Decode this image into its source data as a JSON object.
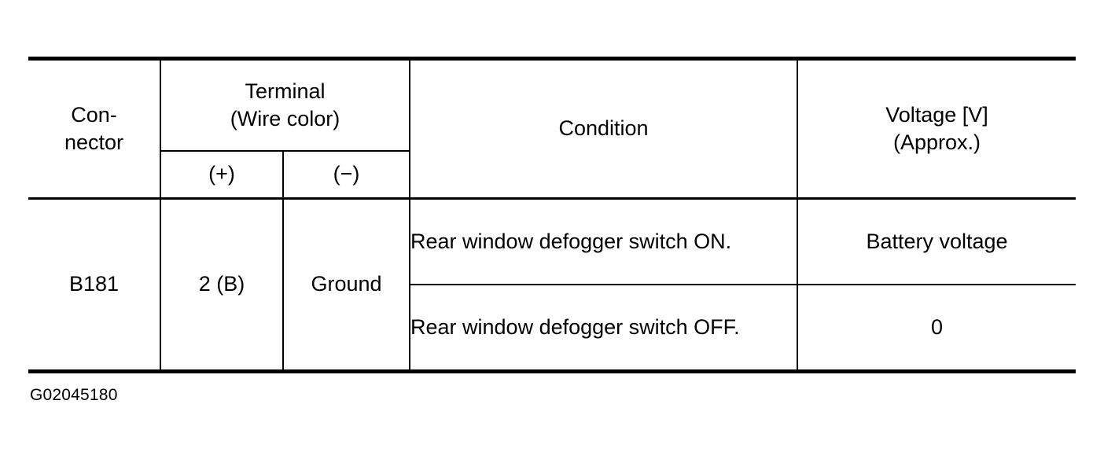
{
  "table": {
    "header": {
      "connector": "Con-\nnector",
      "connector_line1": "Con-",
      "connector_line2": "nector",
      "terminal": "Terminal",
      "terminal_sub": "(Wire color)",
      "terminal_positive": "(+)",
      "terminal_negative": "(−)",
      "condition": "Condition",
      "voltage_line1": "Voltage [V]",
      "voltage_line2": "(Approx.)"
    },
    "rows": [
      {
        "connector": "B181",
        "terminal_positive": "2 (B)",
        "terminal_negative": "Ground",
        "measurements": [
          {
            "condition": "Rear window defogger switch ON.",
            "voltage": "Battery voltage"
          },
          {
            "condition": "Rear window defogger switch OFF.",
            "voltage": "0"
          }
        ]
      }
    ]
  },
  "caption": "G02045180"
}
